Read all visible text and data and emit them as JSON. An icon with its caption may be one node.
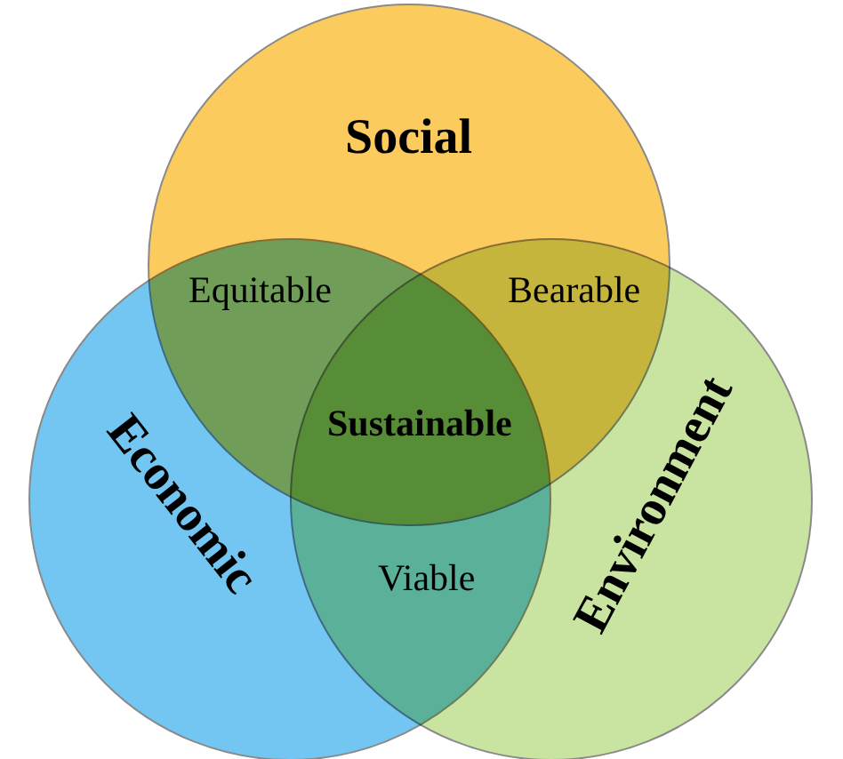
{
  "diagram": {
    "nodes": [
      {
        "text": [
          "Social"
        ]
      },
      {
        "text": [
          "Economic"
        ]
      },
      {
        "text": [
          "Environment"
        ]
      }
    ],
    "labels": [
      "Equitable",
      "Bearable",
      "Sustainable",
      "Viable"
    ]
  }
}
